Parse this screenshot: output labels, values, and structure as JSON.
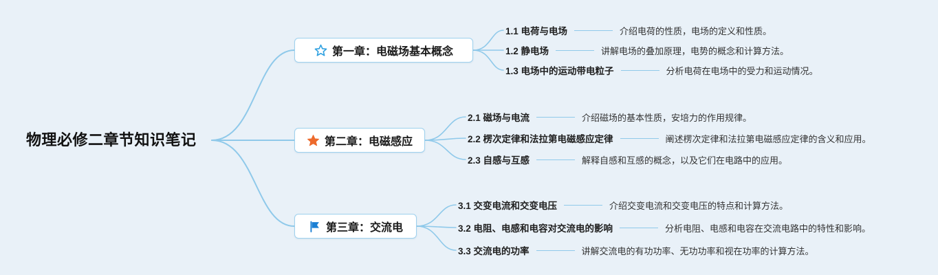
{
  "canvas": {
    "background_color": "#e9f1f8",
    "connector_color": "#8fc9ea"
  },
  "root": {
    "label": "物理必修二章节知识笔记"
  },
  "branches": [
    {
      "label": "第一章：电磁场基本概念",
      "icon": "star-outline-icon",
      "icon_color": "#2ea0e0",
      "items": [
        {
          "label": "1.1 电荷与电场",
          "desc": "介绍电荷的性质，电场的定义和性质。"
        },
        {
          "label": "1.2 静电场",
          "desc": "讲解电场的叠加原理，电势的概念和计算方法。"
        },
        {
          "label": "1.3 电场中的运动带电粒子",
          "desc": "分析电荷在电场中的受力和运动情况。"
        }
      ]
    },
    {
      "label": "第二章：电磁感应",
      "icon": "star-filled-icon",
      "icon_color": "#ed6a2c",
      "items": [
        {
          "label": "2.1 磁场与电流",
          "desc": "介绍磁场的基本性质，安培力的作用规律。"
        },
        {
          "label": "2.2 楞次定律和法拉第电磁感应定律",
          "desc": "阐述楞次定律和法拉第电磁感应定律的含义和应用。"
        },
        {
          "label": "2.3 自感与互感",
          "desc": "解释自感和互感的概念，以及它们在电路中的应用。"
        }
      ]
    },
    {
      "label": "第三章：交流电",
      "icon": "flag-icon",
      "icon_color": "#1b7fd4",
      "items": [
        {
          "label": "3.1 交变电流和交变电压",
          "desc": "介绍交变电流和交变电压的特点和计算方法。"
        },
        {
          "label": "3.2 电阻、电感和电容对交流电的影响",
          "desc": "分析电阻、电感和电容在交流电路中的特性和影响。"
        },
        {
          "label": "3.3 交流电的功率",
          "desc": "讲解交流电的有功功率、无功功率和视在功率的计算方法。"
        }
      ]
    }
  ]
}
